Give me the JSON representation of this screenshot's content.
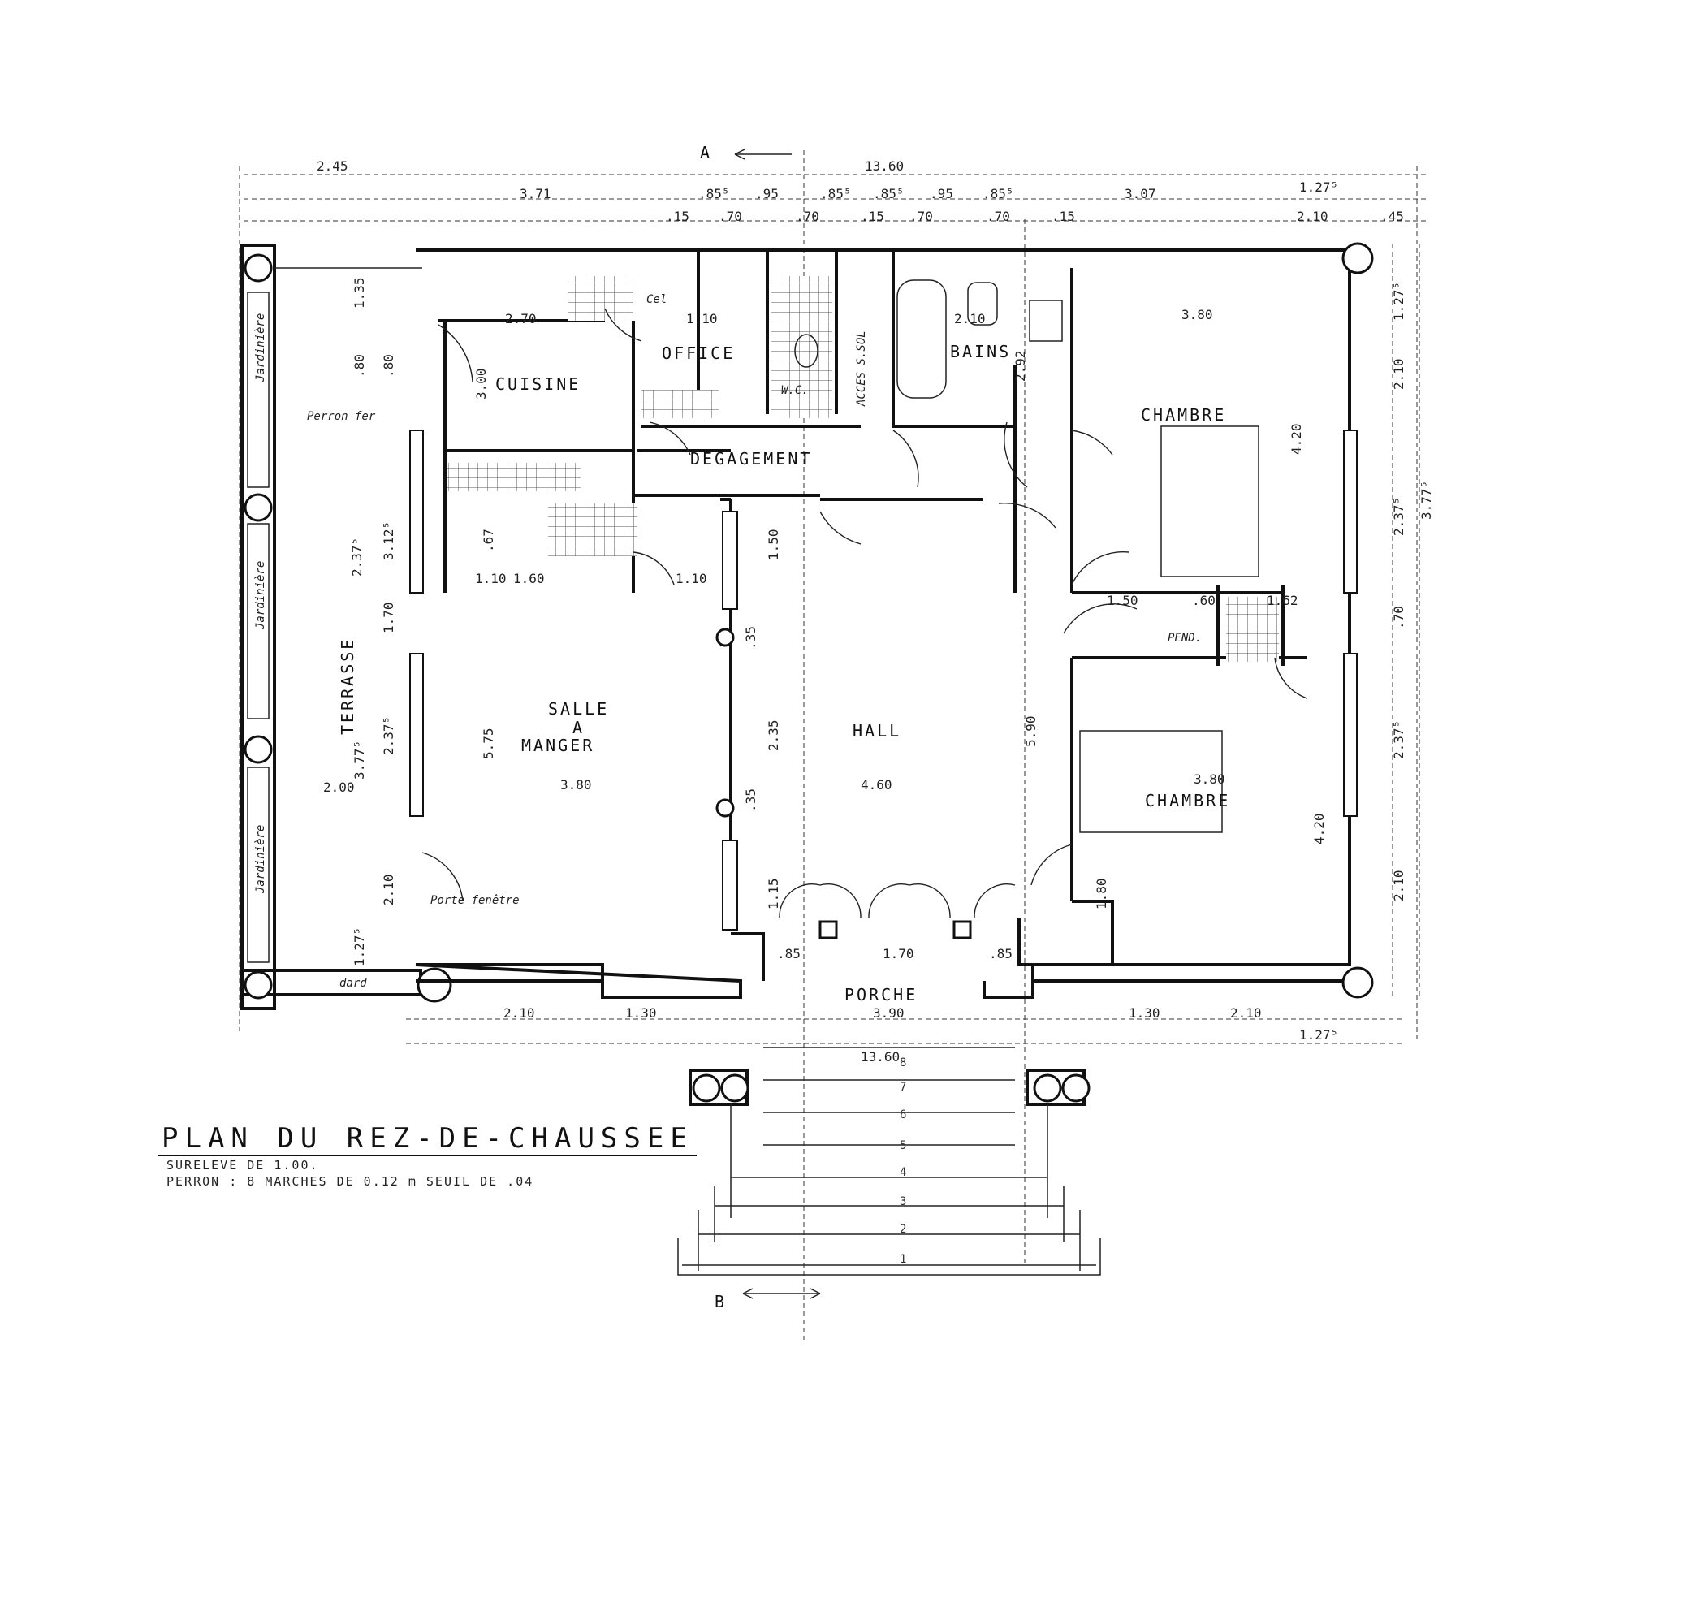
{
  "title": "PLAN DU REZ-DE-CHAUSSEE",
  "subtitle_lines": [
    "SURELEVE DE 1.00.",
    "PERRON : 8 MARCHES DE 0.12 m SEUIL DE .04"
  ],
  "section_markers": {
    "top": "A",
    "bottom": "B"
  },
  "rooms": {
    "cuisine": "CUISINE",
    "office": "OFFICE",
    "cellier": "Cel",
    "wc": "W.C.",
    "bains": "BAINS",
    "degagement": "DEGAGEMENT",
    "chambre_north": "CHAMBRE",
    "chambre_south": "CHAMBRE",
    "salle_line1": "SALLE",
    "salle_line2": "A",
    "salle_line3": "MANGER",
    "hall": "HALL",
    "terrasse": "TERRASSE",
    "porche": "PORCHE",
    "pend": "PEND.",
    "acces_sous_sol": "ACCES S.SOL"
  },
  "notes": {
    "jardiniere": "Jardinière",
    "porte_fenetre": "Porte fenêtre",
    "perron_fer": "Perron fer",
    "dard": "dard"
  },
  "dimensions": {
    "overall_top": "13.60",
    "overall_bottom": "13.60",
    "terrace_width": "2.45",
    "top_chain": [
      "3.71",
      ".85⁵",
      ".95",
      ".85⁵",
      ".85⁵",
      ".95",
      ".85⁵",
      "3.07",
      "1.27⁵"
    ],
    "top_chain_2": [
      ".15",
      ".70",
      ".70",
      ".15",
      ".70",
      ".70",
      ".15",
      "2.10",
      ".45"
    ],
    "left_chain": [
      "1.35",
      ".80",
      ".80",
      "3.12⁵",
      "2.37⁵",
      "1.70",
      "2.37⁵",
      "3.77⁵",
      "2.10",
      "1.27⁵"
    ],
    "right_chain": [
      "1.27⁵",
      "2.10",
      "3.77⁵",
      "2.37⁵",
      ".70",
      "2.37⁵",
      "2.10"
    ],
    "bottom_chain": [
      "2.10",
      "1.30",
      "3.90",
      "1.30",
      "2.10",
      "1.27⁵"
    ],
    "porch_chain": [
      ".85",
      "1.70",
      ".85"
    ],
    "cuisine_w": "2.70",
    "cuisine_h": "3.00",
    "office_w": "1.10",
    "chambre_n_w": "3.80",
    "chambre_n_h": "4.20",
    "salle_w": "3.80",
    "salle_h": "5.75",
    "hall_w": "4.60",
    "hall_h": "5.90",
    "hall_h2": "2.35",
    "chambre_s_w": "3.80",
    "chambre_s_h": "4.20",
    "terrasse_w": "2.00",
    "bains_w": "2.10",
    "bains_h": "2.92",
    "deg_misc": [
      "1.60",
      "1.10",
      "1.10",
      "1.50",
      "1.50",
      ".60",
      "1.62",
      ".67",
      "1.15",
      "1.80",
      ".35",
      ".35"
    ]
  },
  "steps": [
    "1",
    "2",
    "3",
    "4",
    "5",
    "6",
    "7",
    "8"
  ]
}
